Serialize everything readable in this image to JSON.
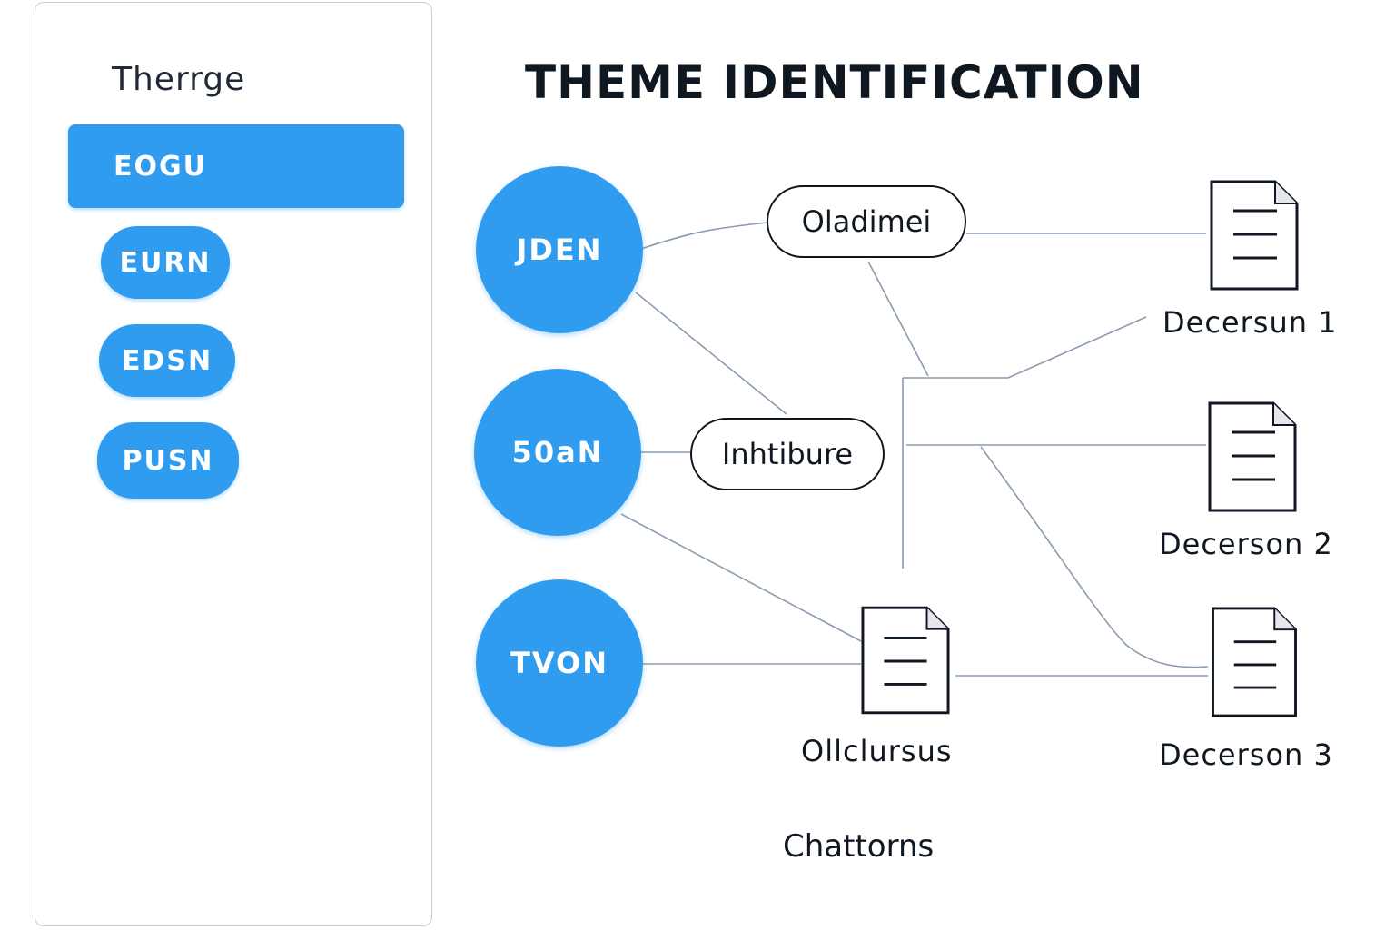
{
  "sidebar": {
    "title": "Therrge",
    "buttons": [
      "EOGU",
      "EURN",
      "EDSN",
      "PUSN"
    ]
  },
  "main": {
    "title": "THEME IDENTIFICATION",
    "circles": [
      "JDEN",
      "50aN",
      "TVON"
    ],
    "pills": [
      "Oladimei",
      "Inhtibure"
    ],
    "documents": [
      "Decersun 1",
      "Decerson 2",
      "Decerson 3",
      "Ollclursus"
    ],
    "footer": "Chattorns"
  },
  "colors": {
    "accent": "#2f9cf0",
    "line": "#8a9bb0",
    "ink": "#0f1720"
  }
}
